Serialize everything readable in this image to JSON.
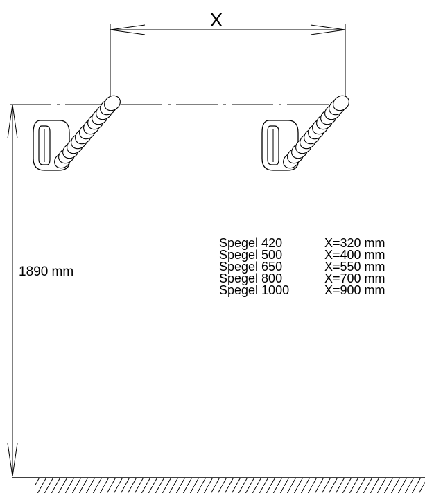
{
  "dimension_x": {
    "label": "X"
  },
  "dimension_height": {
    "label": "1890 mm"
  },
  "spec_table": {
    "rows": [
      {
        "model": "Spegel 420",
        "value": "X=320 mm"
      },
      {
        "model": "Spegel 500",
        "value": "X=400 mm"
      },
      {
        "model": "Spegel 650",
        "value": "X=550 mm"
      },
      {
        "model": "Spegel 800",
        "value": "X=700 mm"
      },
      {
        "model": "Spegel 1000",
        "value": "X=900 mm"
      }
    ]
  },
  "colors": {
    "line": "#000000",
    "background": "#ffffff"
  }
}
